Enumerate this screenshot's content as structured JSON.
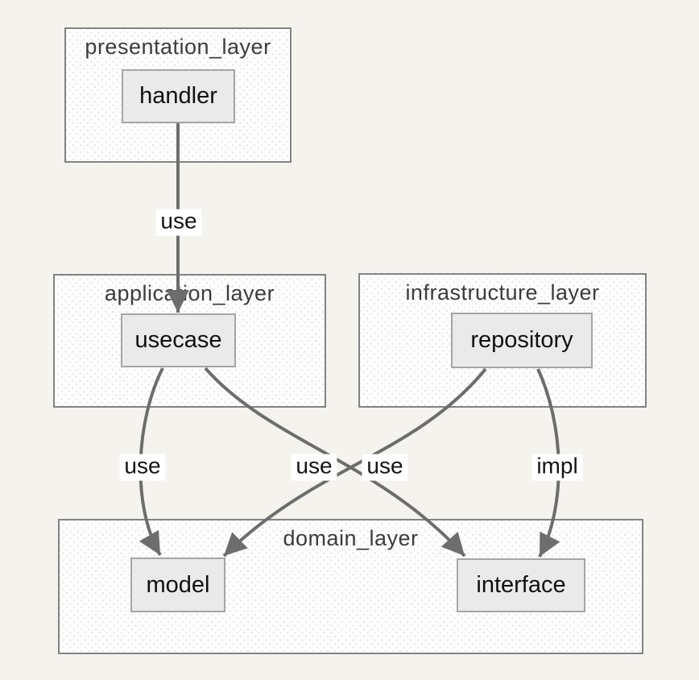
{
  "diagram": {
    "type": "layered-architecture",
    "colors": {
      "page_background": "#f5f3ee",
      "layer_fill": "#fdfdfd",
      "layer_dot_pattern": "#e8e6e0",
      "layer_border": "#838383",
      "node_fill": "#eaeaea",
      "node_border": "#a5a5a5",
      "edge_stroke": "#6d6d6d",
      "layer_title_text": "#3c3c3c",
      "node_text": "#101010",
      "edge_label_text": "#141414",
      "edge_label_bg": "#ffffff"
    },
    "layers": [
      {
        "id": "presentation",
        "name": "presentation_layer"
      },
      {
        "id": "application",
        "name": "application_layer"
      },
      {
        "id": "infrastructure",
        "name": "infrastructure_layer"
      },
      {
        "id": "domain",
        "name": "domain_layer"
      }
    ],
    "nodes": [
      {
        "id": "handler",
        "label": "handler",
        "layer": "presentation_layer"
      },
      {
        "id": "usecase",
        "label": "usecase",
        "layer": "application_layer"
      },
      {
        "id": "repository",
        "label": "repository",
        "layer": "infrastructure_layer"
      },
      {
        "id": "model",
        "label": "model",
        "layer": "domain_layer"
      },
      {
        "id": "interface",
        "label": "interface",
        "layer": "domain_layer"
      }
    ],
    "edges": [
      {
        "from": "handler",
        "to": "usecase",
        "label": "use"
      },
      {
        "from": "usecase",
        "to": "model",
        "label": "use"
      },
      {
        "from": "usecase",
        "to": "interface",
        "label": "use"
      },
      {
        "from": "repository",
        "to": "model",
        "label": "use"
      },
      {
        "from": "repository",
        "to": "interface",
        "label": "impl"
      }
    ]
  }
}
